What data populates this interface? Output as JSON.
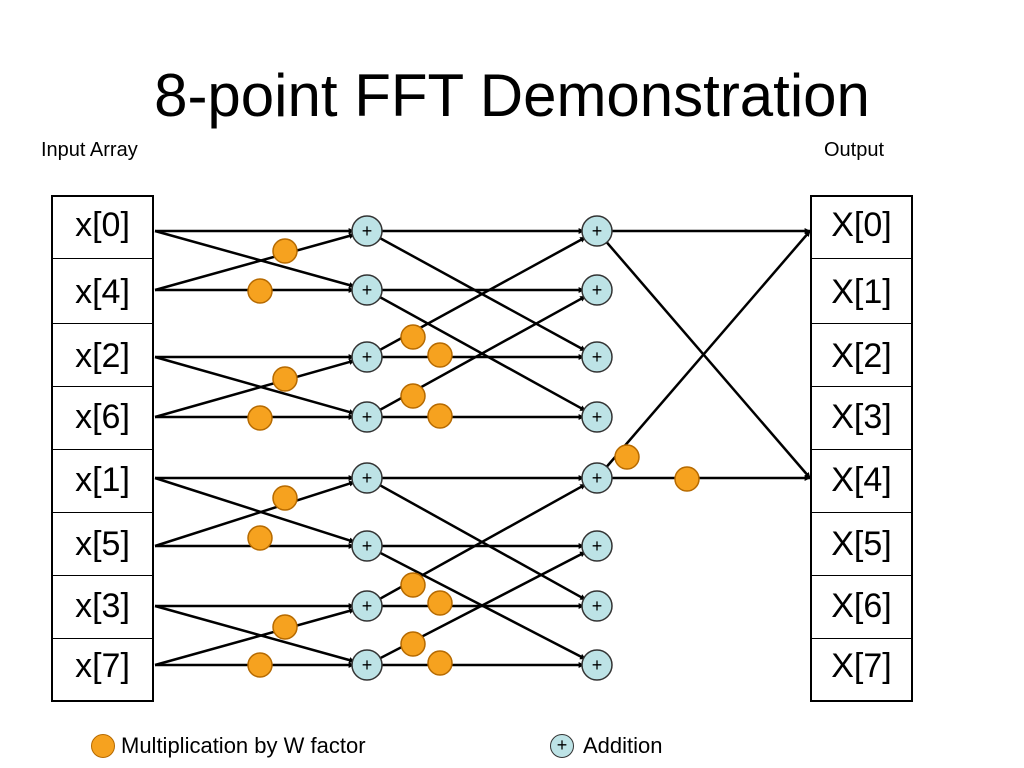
{
  "title": "8-point FFT Demonstration",
  "input_label": "Input Array",
  "output_label": "Output",
  "inputs": [
    "x[0]",
    "x[4]",
    "x[2]",
    "x[6]",
    "x[1]",
    "x[5]",
    "x[3]",
    "x[7]"
  ],
  "outputs": [
    "X[0]",
    "X[1]",
    "X[2]",
    "X[3]",
    "X[4]",
    "X[5]",
    "X[6]",
    "X[7]"
  ],
  "adder_symbol": "+",
  "legend": {
    "multiplication": "Multiplication by W factor",
    "addition": "Addition"
  },
  "colors": {
    "multiplier": "#f6a21f",
    "adder": "#bde3e6",
    "line": "#000000"
  }
}
